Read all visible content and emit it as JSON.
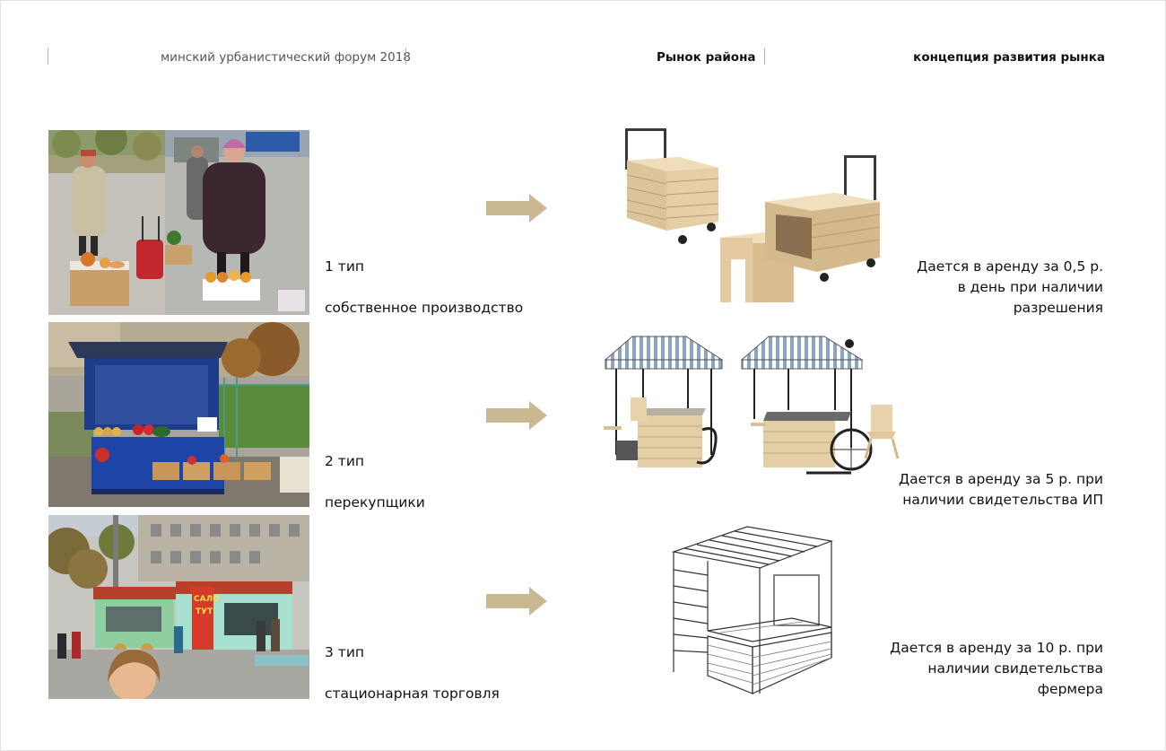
{
  "header": {
    "forum": "минский урбанистический форум 2018",
    "market": "Рынок района",
    "concept": "концепция развития рынка"
  },
  "colors": {
    "arrow": "#c9b892",
    "wood": "#e3cfa6",
    "stripe": "#8aa4c4"
  },
  "rows": [
    {
      "type": "1 тип",
      "description": "собственное производство",
      "rent": "Дается в аренду за 0,5 р.\nв день при наличии \nразрешения"
    },
    {
      "type": "2 тип",
      "description": "перекупщики",
      "rent": "Дается в аренду за 5 р. при \nналичии свидетельства ИП"
    },
    {
      "type": "3 тип",
      "description": "стационарная торговля",
      "rent": "Дается в аренду за 10 р. при \nналичии свидетельства \nфермера"
    }
  ],
  "photo_sign": {
    "line1": "САЛО",
    "line2": "ТУТ"
  }
}
